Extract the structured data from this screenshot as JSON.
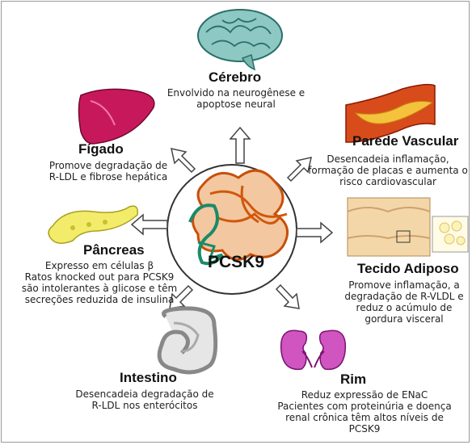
{
  "center": {
    "label": "PCSK9"
  },
  "organs": {
    "cerebro": {
      "title": "Cérebro",
      "lines": [
        "Envolvido na neurogênese e",
        "apoptose neural"
      ]
    },
    "parede": {
      "title": "Parede Vascular",
      "lines": [
        "Desencadeia inflamação,",
        "formação de placas e aumenta o",
        "risco cardiovascular"
      ]
    },
    "figado": {
      "title": "Fígado",
      "lines": [
        "Promove degradação de",
        "R-LDL e fibrose hepática"
      ]
    },
    "pancreas": {
      "title": "Pâncreas",
      "lines": [
        "Expresso em células β",
        "Ratos knocked out para PCSK9",
        "são intolerantes à glicose e têm",
        "secreções reduzida de insulina"
      ]
    },
    "tecido": {
      "title": "Tecido Adiposo",
      "lines": [
        "Promove inflamação, a",
        "degradação de R-VLDL e",
        "reduz o acúmulo de",
        "gordura visceral"
      ]
    },
    "intestino": {
      "title": "Intestino",
      "lines": [
        "Desencadeia degradação de",
        "R-LDL nos enterócitos"
      ]
    },
    "rim": {
      "title": "Rim",
      "lines": [
        "Reduz expressão de ENaC",
        "Pacientes com proteinúria e doença",
        "renal crônica têm altos níveis de",
        "PCSK9"
      ]
    }
  }
}
